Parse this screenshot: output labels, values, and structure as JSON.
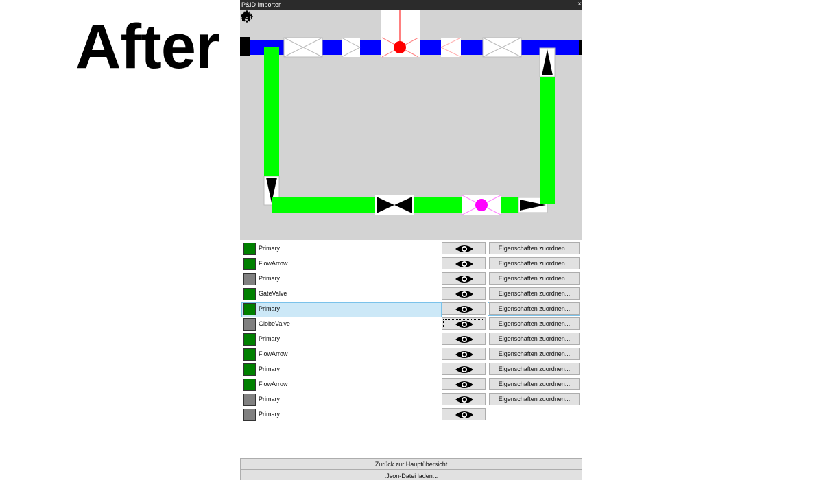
{
  "caption": "After",
  "window": {
    "title": "P&ID Importer",
    "close_glyph": "×"
  },
  "icons": {
    "settings": "gear-icon",
    "home": "home-icon",
    "visibility": "eye-icon"
  },
  "colors": {
    "pipe_blue": "#0000ff",
    "pipe_green": "#00ff00",
    "swatch_green": "#008000",
    "swatch_gray": "#808080",
    "red_instrument": "#ff0000",
    "magenta_instrument": "#ff00ff",
    "selection": "#cce8f7"
  },
  "rows": [
    {
      "label": "Primary",
      "color": "#008000",
      "prop_label": "Eigenschaften zuordnen..."
    },
    {
      "label": "FlowArrow",
      "color": "#008000",
      "prop_label": "Eigenschaften zuordnen..."
    },
    {
      "label": "Primary",
      "color": "#808080",
      "prop_label": "Eigenschaften zuordnen..."
    },
    {
      "label": "GateValve",
      "color": "#008000",
      "prop_label": "Eigenschaften zuordnen..."
    },
    {
      "label": "Primary",
      "color": "#008000",
      "prop_label": "Eigenschaften zuordnen...",
      "selected": true
    },
    {
      "label": "GlobeValve",
      "color": "#808080",
      "prop_label": "Eigenschaften zuordnen...",
      "focused": true
    },
    {
      "label": "Primary",
      "color": "#008000",
      "prop_label": "Eigenschaften zuordnen..."
    },
    {
      "label": "FlowArrow",
      "color": "#008000",
      "prop_label": "Eigenschaften zuordnen..."
    },
    {
      "label": "Primary",
      "color": "#008000",
      "prop_label": "Eigenschaften zuordnen..."
    },
    {
      "label": "FlowArrow",
      "color": "#008000",
      "prop_label": "Eigenschaften zuordnen..."
    },
    {
      "label": "Primary",
      "color": "#808080",
      "prop_label": "Eigenschaften zuordnen..."
    },
    {
      "label": "Primary",
      "color": "#808080",
      "prop_label": ""
    }
  ],
  "footer": {
    "back_label": "Zurück zur Hauptübersicht",
    "load_label": ".Json-Datei laden..."
  }
}
